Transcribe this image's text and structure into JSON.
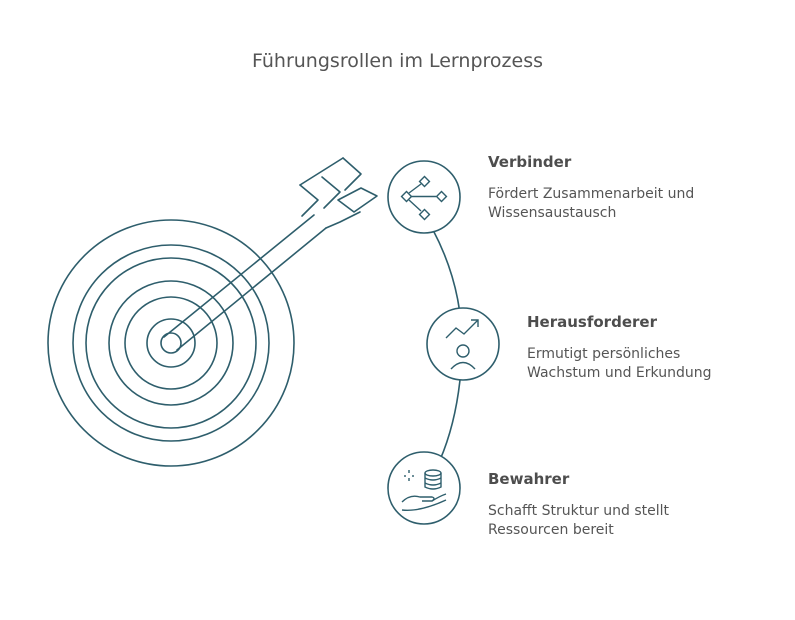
{
  "title": "Führungsrollen im Lernprozess",
  "colors": {
    "stroke": "#2e5e6c",
    "text": "#4d4d4d",
    "background": "#ffffff"
  },
  "roles": [
    {
      "title": "Verbinder",
      "desc1": "Fördert Zusammenarbeit und",
      "desc2": "Wissensaustausch",
      "icon": "network-icon"
    },
    {
      "title": "Herausforderer",
      "desc1": "Ermutigt persönliches",
      "desc2": "Wachstum und Erkundung",
      "icon": "growth-person-icon"
    },
    {
      "title": "Bewahrer",
      "desc1": "Schafft Struktur und stellt",
      "desc2": "Ressourcen bereit",
      "icon": "hand-database-icon"
    }
  ]
}
